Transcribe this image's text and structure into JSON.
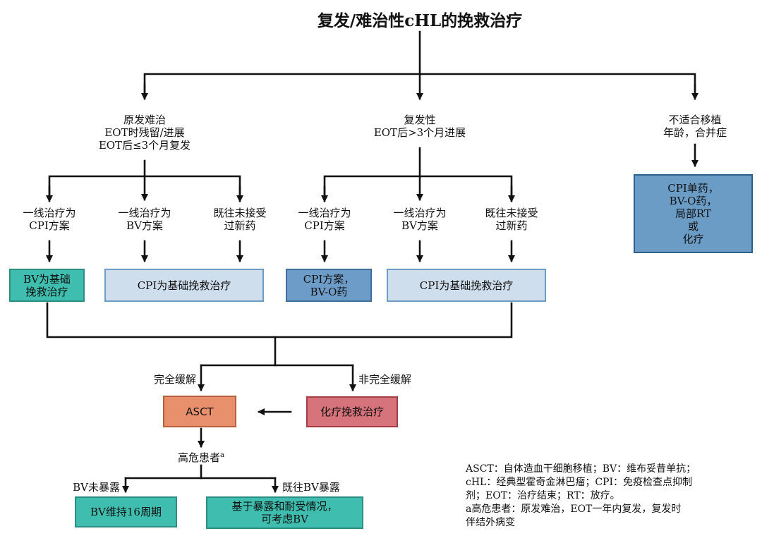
{
  "title": "复发/难治性cHL的挽救治疗",
  "branches": {
    "primary_refractory": "原发难治\nEOT时残留/进展\nEOT后≤3个月复发",
    "relapsed": "复发性\nEOT后>3个月进展",
    "ineligible": "不适合移植\n年龄，合并症"
  },
  "sub_branches": {
    "pr_cpi": "一线治疗为\nCPI方案",
    "pr_bv": "一线治疗为\nBV方案",
    "pr_new": "既往未接受\n过新药",
    "rl_cpi": "一线治疗为\nCPI方案",
    "rl_bv": "一线治疗为\nBV方案",
    "rl_new": "既往未接受\n过新药"
  },
  "boxes": {
    "bv_based": "BV为基础\n挽救治疗",
    "cpi_based_1": "CPI为基础挽救治疗",
    "cpi_bvo": "CPI方案，\nBV-O药",
    "cpi_based_2": "CPI为基础挽救治疗",
    "ineligible_tx": "CPI单药，\nBV-O药，\n局部RT\n或\n化疗"
  },
  "response": {
    "complete": "完全缓解",
    "incomplete": "非完全缓解",
    "asct": "ASCT",
    "chemo_salvage": "化疗挽救治疗",
    "high_risk": "高危患者",
    "high_risk_sup": "a",
    "bv_naive": "BV未暴露",
    "bv_exposed": "既往BV暴露",
    "bv_maintenance": "BV维持16周期",
    "consider_bv": "基于暴露和耐受情况，\n可考虑BV"
  },
  "footnote": "ASCT：自体造血干细胞移植；BV：维布妥昔单抗；\ncHL：经典型霍奇金淋巴瘤；CPI：免疫检查点抑制\n剂；EOT：治疗结束；RT：放疗。\na高危患者：原发难治，EOT一年内复发，复发时\n伴结外病变",
  "colors": {
    "teal": "#3fbdae",
    "light_blue": "#cfdeec",
    "mid_blue": "#6e9cc8",
    "orange": "#e8906c",
    "red": "#d7737b",
    "line": "#111111"
  }
}
